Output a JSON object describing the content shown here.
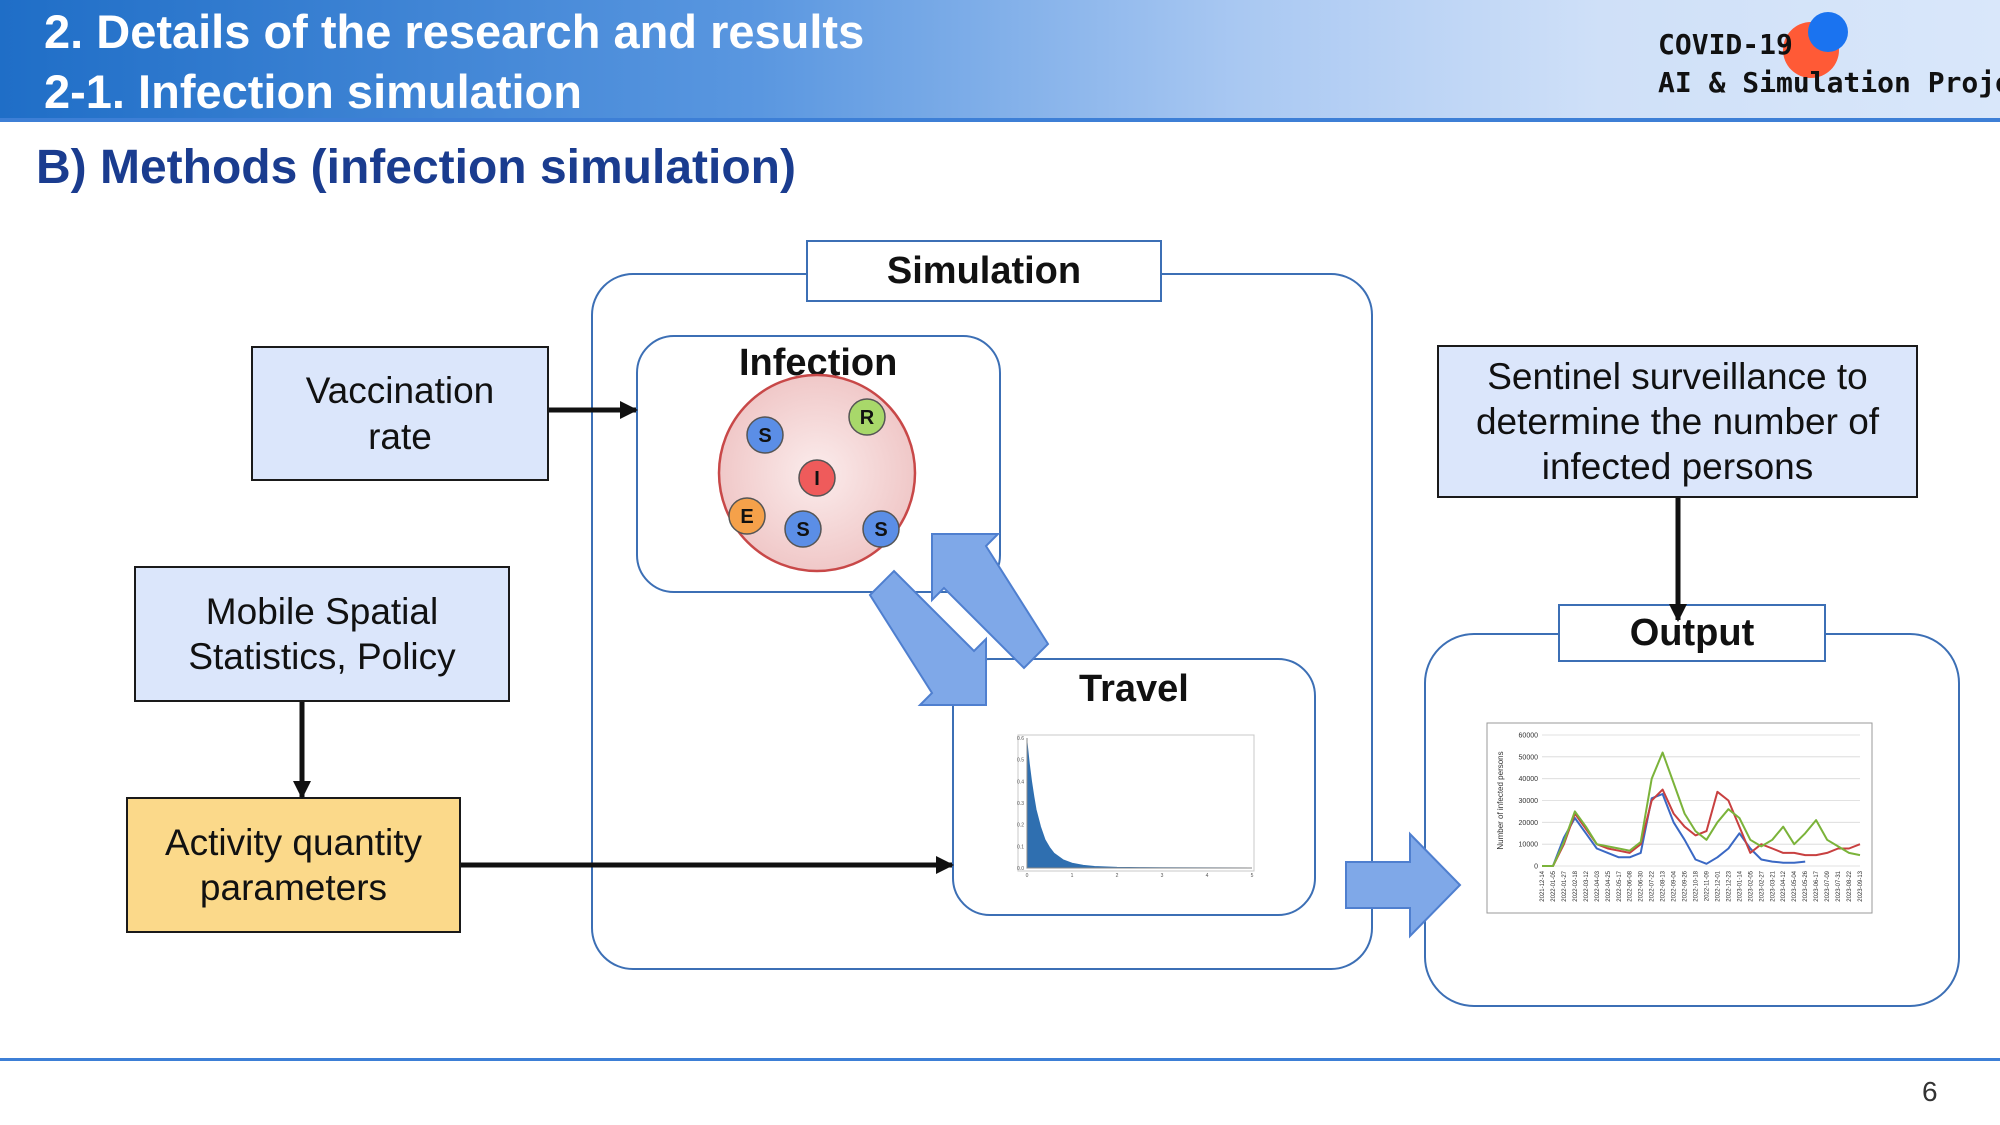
{
  "header": {
    "line1": "2.  Details of the research and results",
    "line2": "2-1.   Infection simulation"
  },
  "logo": {
    "line1": "COVID-19",
    "line2": "AI & Simulation Project",
    "dot_colors": [
      "#ff5a36",
      "#1a73f0"
    ]
  },
  "section_title": "B)  Methods (infection simulation)",
  "inputs": {
    "vaccination": "Vaccination rate",
    "mobile": "Mobile Spatial Statistics, Policy",
    "activity": "Activity quantity parameters",
    "sentinel": "Sentinel surveillance to determine the number of infected persons"
  },
  "simulation": {
    "label": "Simulation",
    "infection_label": "Infection",
    "travel_label": "Travel"
  },
  "output_label": "Output",
  "agents": [
    {
      "letter": "S",
      "color": "#5b8ee6"
    },
    {
      "letter": "R",
      "color": "#a8d86a"
    },
    {
      "letter": "I",
      "color": "#ef5b5b"
    },
    {
      "letter": "E",
      "color": "#f5a14a"
    },
    {
      "letter": "S",
      "color": "#5b8ee6"
    },
    {
      "letter": "S",
      "color": "#5b8ee6"
    }
  ],
  "colors": {
    "input_blue": "#dbe6fb",
    "input_yellow": "#fbd98a",
    "frame_blue": "#3c6fb5",
    "title_blue": "#1a3c8f",
    "big_arrow": "#7fa8e8",
    "travel_fill": "#2f6fb0"
  },
  "travel_chart": {
    "type": "area",
    "x_ticks": [
      "0",
      "1",
      "2",
      "3",
      "4",
      "5"
    ],
    "y_ticks": [
      "0.0",
      "0.1",
      "0.2",
      "0.3",
      "0.4",
      "0.5",
      "0.6"
    ],
    "xlim": [
      0,
      5
    ],
    "ylim": [
      0,
      0.6
    ],
    "x": [
      0.0,
      0.05,
      0.1,
      0.15,
      0.2,
      0.3,
      0.4,
      0.5,
      0.6,
      0.8,
      1.0,
      1.25,
      1.5,
      2.0,
      2.5,
      3.0,
      4.0,
      5.0
    ],
    "y": [
      0.58,
      0.48,
      0.4,
      0.33,
      0.27,
      0.19,
      0.13,
      0.095,
      0.068,
      0.038,
      0.022,
      0.012,
      0.007,
      0.003,
      0.002,
      0.001,
      0.0005,
      0.0002
    ]
  },
  "chart_data": {
    "type": "line",
    "ylabel": "Number of infected persons",
    "ylim": [
      0,
      60000
    ],
    "y_ticks": [
      "0",
      "10000",
      "20000",
      "30000",
      "40000",
      "50000",
      "60000"
    ],
    "x_ticks": [
      "2021-12-14",
      "2022-01-05",
      "2022-01-27",
      "2022-02-18",
      "2022-03-12",
      "2022-04-03",
      "2022-04-25",
      "2022-05-17",
      "2022-06-08",
      "2022-06-30",
      "2022-07-22",
      "2022-08-13",
      "2022-09-04",
      "2022-09-26",
      "2022-10-18",
      "2022-11-09",
      "2022-12-01",
      "2022-12-23",
      "2023-01-14",
      "2023-02-05",
      "2023-02-27",
      "2023-03-21",
      "2023-04-12",
      "2023-05-04",
      "2023-05-26",
      "2023-06-17",
      "2023-07-09",
      "2023-07-31",
      "2023-08-22",
      "2023-09-13"
    ],
    "series": [
      {
        "color": "#3a68c4",
        "values": [
          0,
          0,
          13000,
          22000,
          15000,
          8000,
          6000,
          4000,
          4000,
          6000,
          31000,
          33000,
          20000,
          12000,
          3000,
          1000,
          4000,
          8000,
          15000,
          8000,
          3000,
          2000,
          1500,
          1500,
          2000,
          null,
          null,
          null,
          null,
          null
        ]
      },
      {
        "color": "#c84040",
        "values": [
          0,
          0,
          10000,
          24000,
          17000,
          10000,
          8000,
          7000,
          6000,
          10000,
          30000,
          35000,
          24000,
          18000,
          14000,
          16000,
          34000,
          30000,
          18000,
          6000,
          10000,
          8000,
          6000,
          6000,
          5000,
          5000,
          6000,
          8000,
          8000,
          10000
        ]
      },
      {
        "color": "#7bb33a",
        "values": [
          0,
          0,
          11000,
          25000,
          18000,
          10000,
          9000,
          8000,
          7000,
          11000,
          40000,
          52000,
          38000,
          24000,
          16000,
          12000,
          20000,
          26000,
          22000,
          12000,
          9000,
          12000,
          18000,
          10000,
          15000,
          21000,
          12000,
          9000,
          6000,
          5000
        ]
      }
    ]
  }
}
